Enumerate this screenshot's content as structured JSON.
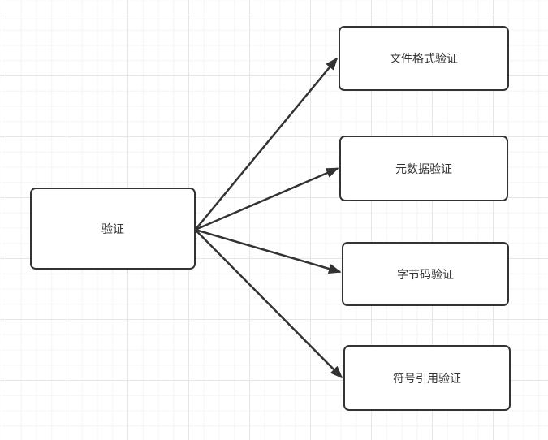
{
  "diagram": {
    "type": "flowchart",
    "canvas": {
      "background_color": "#ffffff",
      "minor_grid_color": "#f4f4f4",
      "major_grid_color": "#e6e6e6"
    },
    "style": {
      "stroke_color": "#333333",
      "node_fill": "#ffffff",
      "text_color": "#333333"
    },
    "nodes": [
      {
        "id": "root",
        "label": "验证"
      },
      {
        "id": "fileformat",
        "label": "文件格式验证"
      },
      {
        "id": "metadata",
        "label": "元数据验证"
      },
      {
        "id": "bytecode",
        "label": "字节码验证"
      },
      {
        "id": "symbolref",
        "label": "符号引用验证"
      }
    ],
    "edges": [
      {
        "from": "验证",
        "to": "文件格式验证",
        "arrow": "filled-triangle"
      },
      {
        "from": "验证",
        "to": "元数据验证",
        "arrow": "filled-triangle"
      },
      {
        "from": "验证",
        "to": "字节码验证",
        "arrow": "filled-triangle"
      },
      {
        "from": "验证",
        "to": "符号引用验证",
        "arrow": "filled-triangle"
      }
    ]
  }
}
